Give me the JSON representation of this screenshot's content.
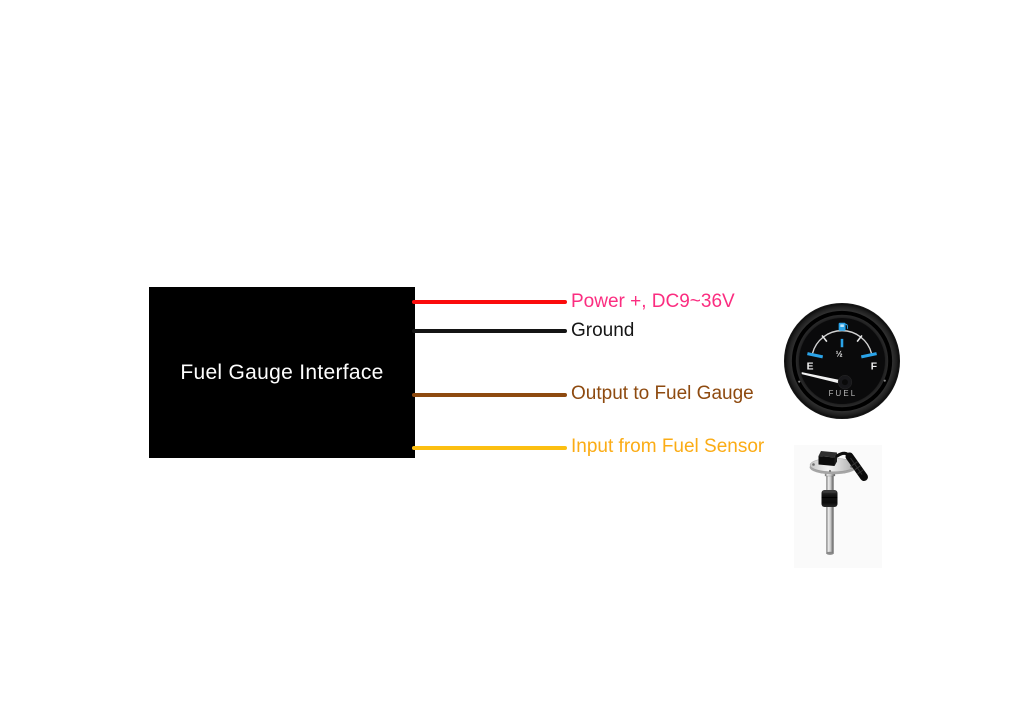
{
  "diagram": {
    "box": {
      "label": "Fuel Gauge Interface",
      "bg_color": "#000000",
      "text_color": "#fefefe"
    },
    "wires": [
      {
        "name": "power",
        "label": "Power +, DC9~36V",
        "wire_color": "#fb0b0c",
        "label_color": "#fb2d80"
      },
      {
        "name": "ground",
        "label": "Ground",
        "wire_color": "#141414",
        "label_color": "#161616"
      },
      {
        "name": "output",
        "label": "Output to Fuel Gauge",
        "wire_color": "#8e4a0f",
        "label_color": "#8e4a0f"
      },
      {
        "name": "input",
        "label": "Input from Fuel Sensor",
        "wire_color": "#fcbf11",
        "label_color": "#fbac15"
      }
    ],
    "gauge": {
      "dial_labels": {
        "empty": "E",
        "half": "½",
        "full": "F"
      },
      "caption": "FUEL",
      "tick_color": "#2aa3e8",
      "needle_color": "#f2f2f2",
      "face_color": "#0a0a0b"
    }
  }
}
